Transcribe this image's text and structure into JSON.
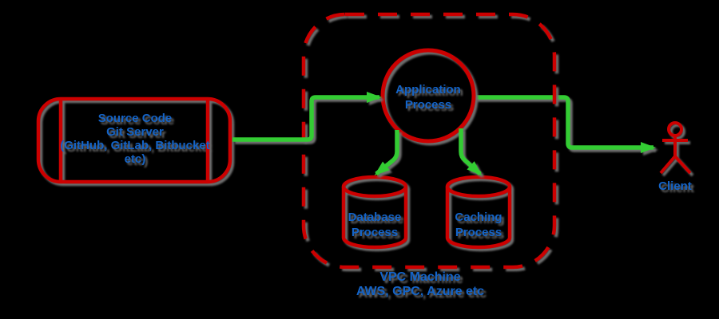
{
  "colors": {
    "canvas_bg": "#000000",
    "shape_red": "#cc0000",
    "arrow_green": "#33cc33",
    "label_blue": "#1464c8",
    "shadow_gray": "#6e6e6e"
  },
  "diagram": {
    "source_box": {
      "lines": [
        "Source Code",
        "Git Server",
        "(GitHub, GitLab, Bitbucket",
        "etc)"
      ]
    },
    "app_circle": {
      "lines": [
        "Application",
        "Process"
      ]
    },
    "database_cylinder": {
      "lines": [
        "Database",
        "Process"
      ]
    },
    "caching_cylinder": {
      "lines": [
        "Caching",
        "Process"
      ]
    },
    "vpc_boundary": {
      "lines": [
        "VPC Machine",
        "AWS, GPC, Azure etc"
      ]
    },
    "client": {
      "label": "Client"
    }
  }
}
